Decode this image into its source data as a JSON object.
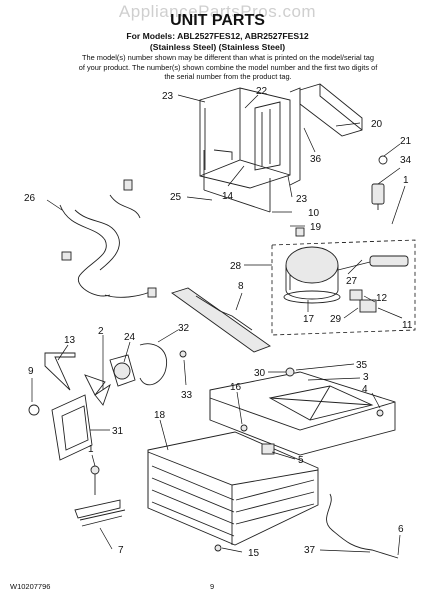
{
  "watermark": "AppliancePartsPros.com",
  "header": {
    "title": "UNIT PARTS",
    "models_line": "For Models: ABL2527FES12, ABR2527FES12",
    "finish_line": "(Stainless Steel) (Stainless Steel)",
    "note": "The model(s) number shown may be different than what is printed on the model/serial tag of your product. The number(s) shown combine the model number and the first two digits of the serial number from the product tag."
  },
  "callouts": {
    "c23a": "23",
    "c22": "22",
    "c20": "20",
    "c21": "21",
    "c34": "34",
    "c36": "36",
    "c26": "26",
    "c14": "14",
    "c25": "25",
    "c23b": "23",
    "c10": "10",
    "c1a": "1",
    "c19": "19",
    "c28": "28",
    "c27": "27",
    "c12": "12",
    "c17": "17",
    "c29": "29",
    "c11": "11",
    "c8": "8",
    "c2": "2",
    "c13": "13",
    "c24": "24",
    "c32": "32",
    "c9": "9",
    "c33": "33",
    "c30": "30",
    "c35": "35",
    "c3": "3",
    "c16": "16",
    "c4": "4",
    "c31": "31",
    "c18": "18",
    "c5": "5",
    "c1b": "1",
    "c6": "6",
    "c7": "7",
    "c15": "15",
    "c37": "37"
  },
  "footer": {
    "doc_number": "W10207796",
    "page_number": "9"
  }
}
